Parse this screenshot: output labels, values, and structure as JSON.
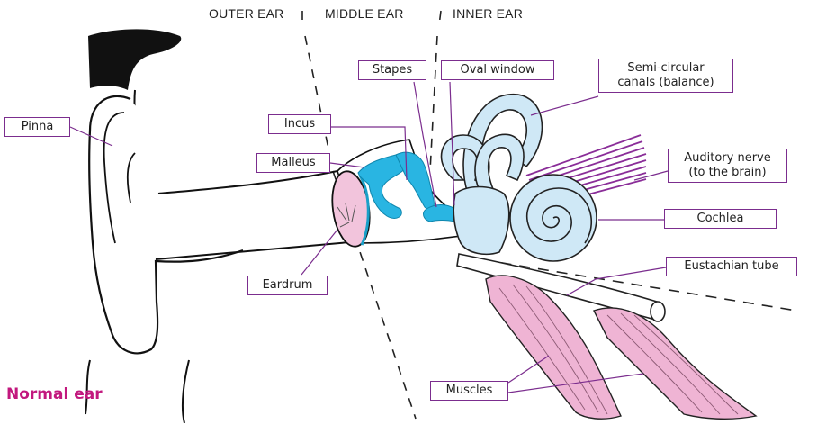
{
  "sections": {
    "outer": "OUTER EAR",
    "middle": "MIDDLE EAR",
    "inner": "INNER EAR"
  },
  "labels": {
    "pinna": "Pinna",
    "incus": "Incus",
    "malleus": "Malleus",
    "stapes": "Stapes",
    "oval_window": "Oval window",
    "semicircular_line1": "Semi-circular",
    "semicircular_line2": "canals (balance)",
    "auditory_line1": "Auditory nerve",
    "auditory_line2": "(to the brain)",
    "cochlea": "Cochlea",
    "eustachian": "Eustachian tube",
    "eardrum": "Eardrum",
    "muscles": "Muscles"
  },
  "title": "Normal ear",
  "colors": {
    "callout_border": "#7b2d8e",
    "title": "#c2187e",
    "ossicles": "#29b5e2",
    "inner_ear": "#cfe8f6",
    "eardrum": "#f2c4dc",
    "muscles": "#efb4d4",
    "nerve": "#8a2d98"
  }
}
